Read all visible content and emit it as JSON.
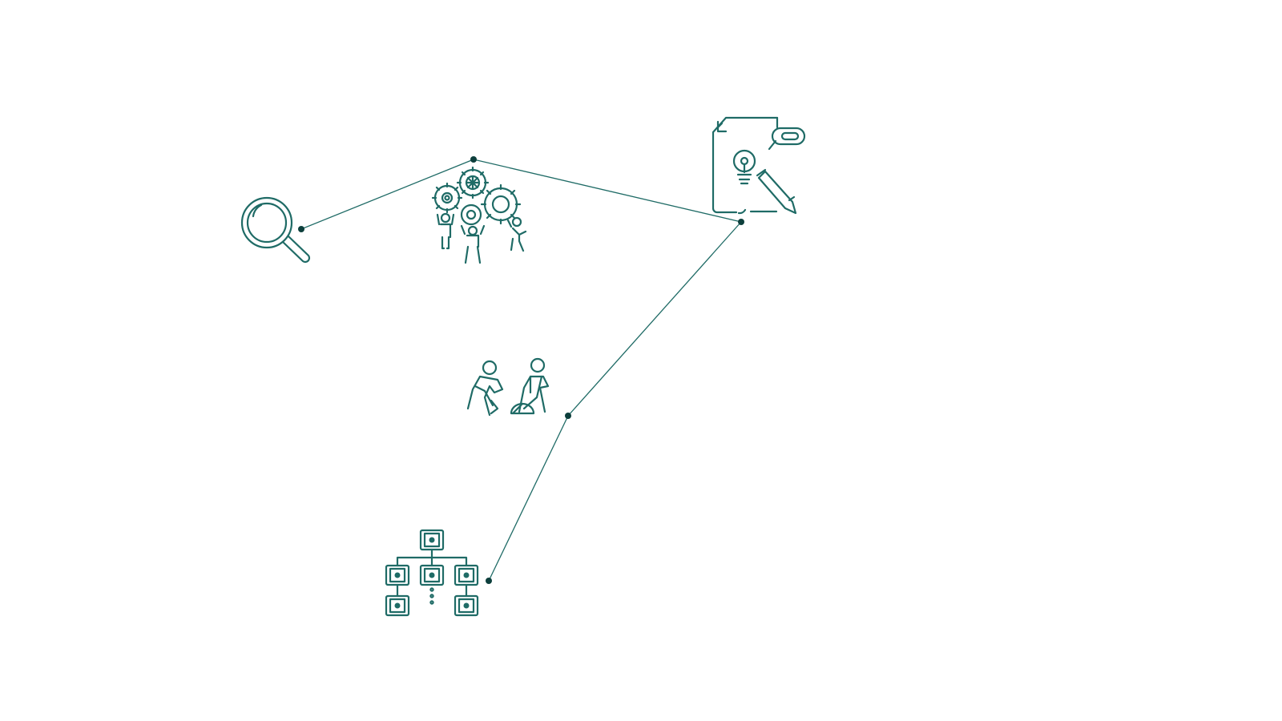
{
  "colors": {
    "accent": "#1f6b66",
    "dot": "#0d3f3c",
    "background": "#ffffff"
  },
  "diagram": {
    "type": "connected-icon-path",
    "nodes": [
      {
        "id": "research",
        "icon": "magnifying-glass-icon"
      },
      {
        "id": "teamwork",
        "icon": "team-with-gears-icon"
      },
      {
        "id": "design",
        "icon": "document-idea-pencil-icon"
      },
      {
        "id": "build",
        "icon": "workers-digging-icon"
      },
      {
        "id": "structure",
        "icon": "hierarchy-chart-icon"
      }
    ],
    "path_order": [
      "research",
      "teamwork",
      "design",
      "build",
      "structure"
    ]
  }
}
